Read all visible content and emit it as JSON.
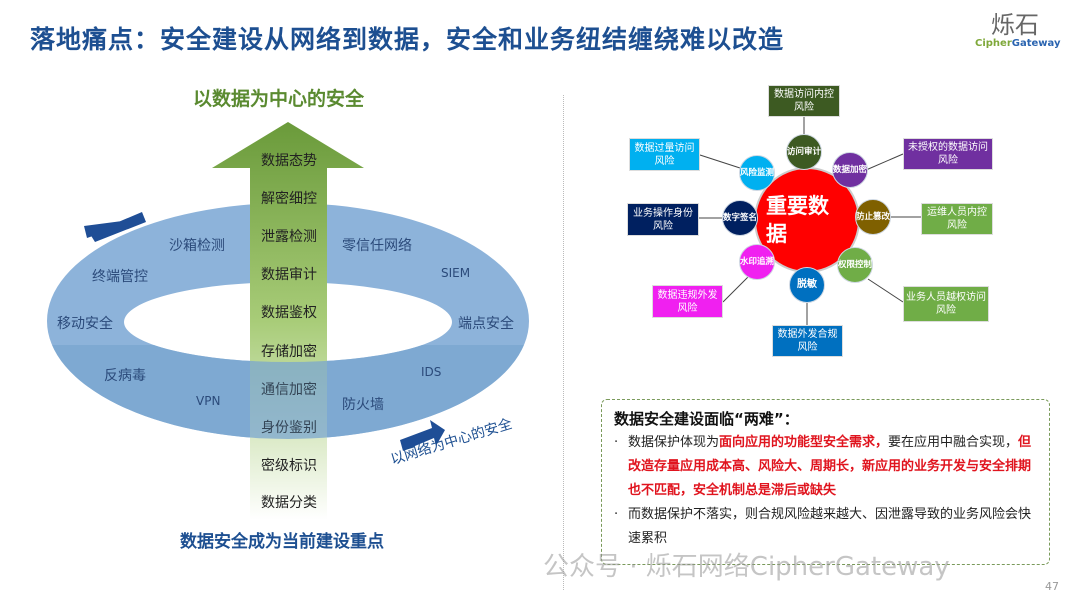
{
  "title": "落地痛点：安全建设从网络到数据，安全和业务纽结缠绕难以改造",
  "logo": {
    "cn": "烁石",
    "en_a": "Cipher",
    "en_b": "Gateway"
  },
  "left": {
    "top_caption": "以数据为中心的安全",
    "bottom_caption": "数据安全成为当前建设重点",
    "network_caption": "以网络为中心的安全",
    "arrow_items": [
      "数据态势",
      "解密细控",
      "泄露检测",
      "数据审计",
      "数据鉴权",
      "存储加密",
      "通信加密",
      "身份鉴别",
      "密级标识",
      "数据分类"
    ],
    "ring_items": [
      "沙箱检测",
      "零信任网络",
      "终端管控",
      "SIEM",
      "移动安全",
      "端点安全",
      "反病毒",
      "IDS",
      "VPN",
      "防火墙"
    ]
  },
  "right": {
    "core": "重要数据",
    "controls": [
      "访问审计",
      "数据加密",
      "防止篡改",
      "权限控制",
      "脱敏",
      "水印追溯",
      "数字签名",
      "风险监测"
    ],
    "risks": [
      "数据访问内控风险",
      "未授权的数据访问风险",
      "运维人员内控风险",
      "业务人员越权访问风险",
      "数据外发合规风险",
      "数据违规外发风险",
      "业务操作身份风险",
      "数据过量访问风险"
    ],
    "colors": [
      "#3d5a22",
      "#7030a0",
      "#7f6000",
      "#70ad47",
      "#0070c0",
      "#f020f0",
      "#002060",
      "#00b0f0"
    ]
  },
  "dilemma": {
    "heading": "数据安全建设面临“两难”：",
    "b1_a": "数据保护体现为",
    "b1_red1": "面向应用的功能型安全需求，",
    "b1_b": "要在应用中融合实现，",
    "b1_red2": "但改造存量应用成本高、风险大、周期长，新应用的业务开发与安全排期也不匹配，安全机制总是滞后或缺失",
    "b2": "而数据保护不落实，则合规风险越来越大、因泄露导致的业务风险会快速累积"
  },
  "watermark": "公众号 · 烁石网络CipherGateway",
  "page_number": "47"
}
